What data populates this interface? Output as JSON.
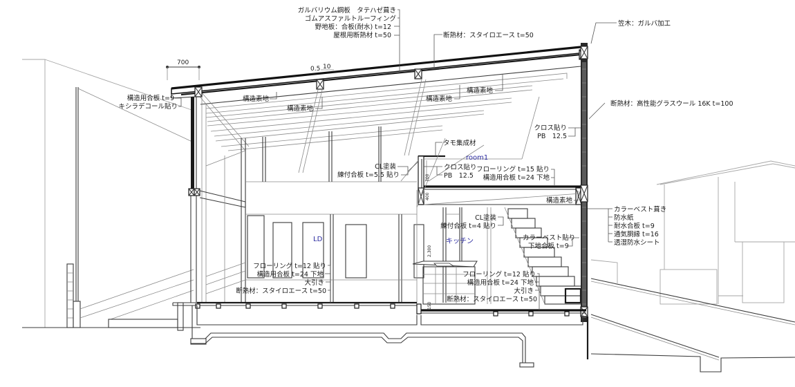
{
  "drawing": {
    "type": "architectural-section",
    "rooms": {
      "room1": "room1",
      "ld": "LD",
      "kitchen": "キッチン"
    },
    "dimensions": {
      "eave_width": "700",
      "roof_pitch_rise": "0.5",
      "roof_pitch_run": "10",
      "loft_wall_height": "700",
      "loft_beam_depth": "400",
      "kitchen_height": "2,300",
      "floor_step": "150"
    },
    "annotations": {
      "roof": [
        "ガルバリウム鋼板　タテハゼ葺き",
        "ゴムアスファルトルーフィング",
        "野地板：合板(耐水) t=12",
        "屋根用断熱材 t=50"
      ],
      "roof_insulation": "断熱材：スタイロエース t=50",
      "coping": "笠木：ガルバ加工",
      "eave_soffit": [
        "構造用合板 t=9",
        "キシラデコール貼り"
      ],
      "structure_1": "構造素地",
      "structure_2": "構造素地",
      "structure_3": "構造素地",
      "structure_4": "構造素地",
      "structure_5": "構造素地",
      "wall_insulation": "断熱材：高性能グラスウール 16K t=100",
      "east_wall_finish": [
        "クロス貼り",
        "PB　12.5"
      ],
      "handrail": "タモ集成材",
      "loft_rail_finish": [
        "CL塗装",
        "練付合板 t=5.5 貼り"
      ],
      "loft_wall_finish": [
        "クロス貼り",
        "PB　12.5"
      ],
      "loft_floor": [
        "フローリング t=15 貼り",
        "構造用合板 t=24 下地"
      ],
      "kitchen_wall": [
        "CL塗装",
        "練付合板 t=4 貼り"
      ],
      "stair": [
        "カラーベスト貼り",
        "下地合板 t=9"
      ],
      "exterior_wall": [
        "カラーベスト葺き",
        "防水紙",
        "耐水合板 t=9",
        "通気胴縁 t=16",
        "透湿防水シート"
      ],
      "ld_floor": [
        "フローリング t=12 貼り",
        "構造用合板 t=24 下地",
        "大引き",
        "断熱材：スタイロエース t=50"
      ],
      "kitchen_floor": [
        "フローリング t=12 貼り",
        "構造用合板 t=24 下地",
        "大引き",
        "断熱材：スタイロエース t=50"
      ]
    }
  }
}
